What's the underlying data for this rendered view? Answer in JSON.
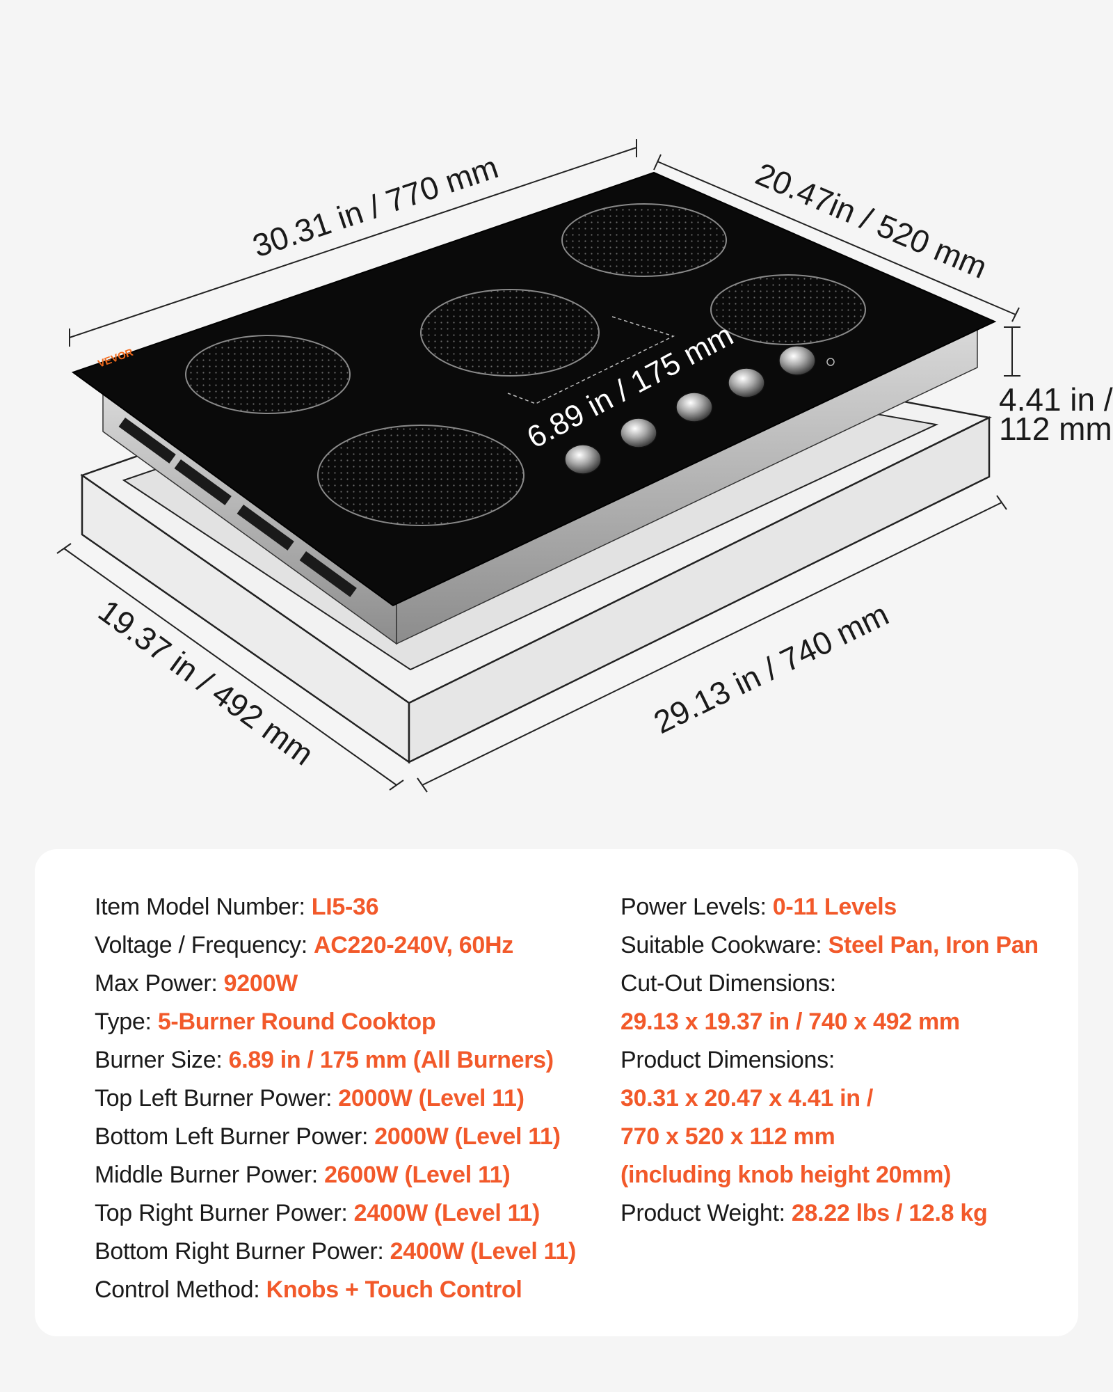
{
  "diagram": {
    "brand": "VEVOR",
    "dimensions": {
      "top_width": "30.31 in / 770 mm",
      "top_depth": "20.47in / 520 mm",
      "height_line1": "4.41 in /",
      "height_line2": "112 mm",
      "burner_size": "6.89 in / 175 mm",
      "cutout_depth": "19.37 in / 492 mm",
      "cutout_width": "29.13  in / 740 mm"
    }
  },
  "specs": {
    "left": [
      {
        "label": "Item Model Number: ",
        "value": "LI5-36"
      },
      {
        "label": "Voltage / Frequency: ",
        "value": "AC220-240V, 60Hz"
      },
      {
        "label": "Max Power: ",
        "value": "9200W"
      },
      {
        "label": "Type: ",
        "value": "5-Burner Round Cooktop"
      },
      {
        "label": "Burner Size: ",
        "value": "6.89 in / 175 mm (All Burners)"
      },
      {
        "label": "Top Left Burner Power: ",
        "value": "2000W (Level 11)"
      },
      {
        "label": "Bottom Left Burner Power: ",
        "value": "2000W (Level 11)"
      },
      {
        "label": "Middle Burner Power: ",
        "value": "2600W (Level 11)"
      },
      {
        "label": "Top Right Burner Power: ",
        "value": "2400W (Level 11)"
      },
      {
        "label": "Bottom Right Burner Power: ",
        "value": "2400W (Level 11)"
      },
      {
        "label": "Control Method: ",
        "value": "Knobs + Touch Control"
      }
    ],
    "right": [
      {
        "label": "Power Levels: ",
        "value": "0-11 Levels"
      },
      {
        "label": "Suitable Cookware: ",
        "value": "Steel Pan, Iron Pan"
      },
      {
        "label": "Cut-Out Dimensions:",
        "value": ""
      },
      {
        "label": "",
        "value": "29.13 x 19.37 in / 740 x 492 mm"
      },
      {
        "label": "Product Dimensions:",
        "value": ""
      },
      {
        "label": "",
        "value": "30.31 x 20.47 x 4.41 in /"
      },
      {
        "label": "",
        "value": "770 x 520 x 112 mm"
      },
      {
        "label": "",
        "value": "(including knob height 20mm)"
      },
      {
        "label": "Product Weight: ",
        "value": "28.22 lbs / 12.8 kg"
      }
    ]
  },
  "colors": {
    "accent": "#f2592a",
    "glass": "#0a0a0a",
    "frame": "#ececec",
    "card": "#ffffff",
    "background": "#f5f5f5"
  }
}
